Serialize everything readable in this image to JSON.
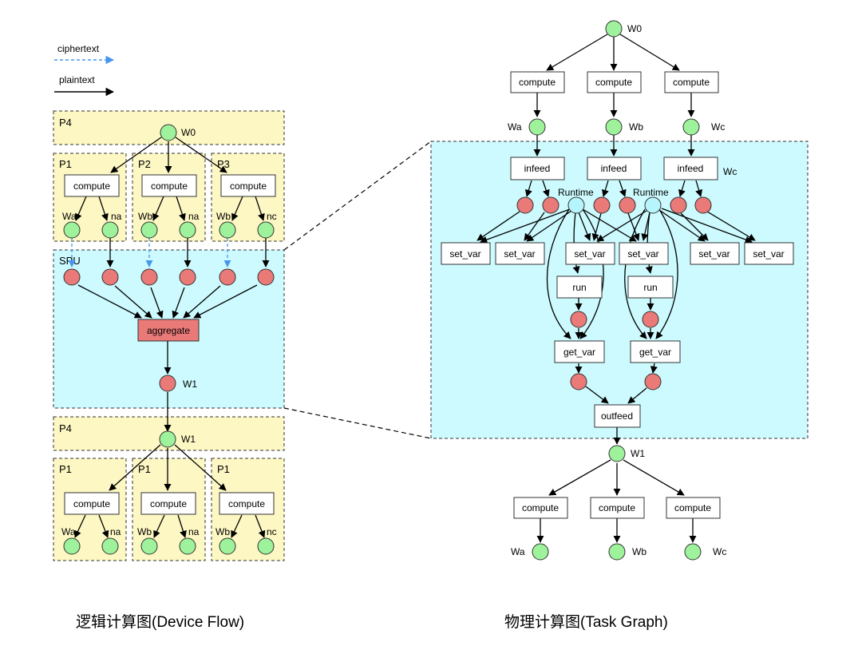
{
  "legend": {
    "ciphertext": "ciphertext",
    "plaintext": "plaintext"
  },
  "colors": {
    "party_bg": "#fdf7c3",
    "spu_bg": "#ccfafe",
    "plain_node": "#9ef29b",
    "cipher_node": "#ea7a78",
    "runtime_node": "#b6f5fb",
    "aggregate_fill": "#ea7a78",
    "cipher_edge": "#4696f0"
  },
  "device_flow": {
    "caption": "逻辑计算图(Device Flow)",
    "top": {
      "region": "P4",
      "w0": "W0",
      "parties": [
        {
          "region": "P1",
          "op": "compute",
          "out_w": "Wa",
          "out_n": "na"
        },
        {
          "region": "P2",
          "op": "compute",
          "out_w": "Wb",
          "out_n": "na"
        },
        {
          "region": "P3",
          "op": "compute",
          "out_w": "Wb",
          "out_n": "nc"
        }
      ]
    },
    "spu": {
      "region": "SPU",
      "aggregate": "aggregate",
      "w1": "W1"
    },
    "bottom": {
      "region": "P4",
      "w1": "W1",
      "parties": [
        {
          "region": "P1",
          "op": "compute",
          "out_w": "Wa",
          "out_n": "na"
        },
        {
          "region": "P1",
          "op": "compute",
          "out_w": "Wb",
          "out_n": "na"
        },
        {
          "region": "P1",
          "op": "compute",
          "out_w": "Wb",
          "out_n": "nc"
        }
      ]
    }
  },
  "task_graph": {
    "caption": "物理计算图(Task Graph)",
    "w0": "W0",
    "compute_top": [
      "compute",
      "compute",
      "compute"
    ],
    "weights_top": [
      "Wa",
      "Wb",
      "Wc"
    ],
    "infeed": [
      "infeed",
      "infeed",
      "infeed"
    ],
    "infeed_tag": "Wc",
    "runtime": [
      "Runtime",
      "Runtime"
    ],
    "set_var": [
      "set_var",
      "set_var",
      "set_var",
      "set_var",
      "set_var",
      "set_var"
    ],
    "run": [
      "run",
      "run"
    ],
    "get_var": [
      "get_var",
      "get_var"
    ],
    "outfeed": "outfeed",
    "w1": "W1",
    "compute_bottom": [
      "compute",
      "compute",
      "compute"
    ],
    "weights_bottom": [
      "Wa",
      "Wb",
      "Wc"
    ]
  }
}
